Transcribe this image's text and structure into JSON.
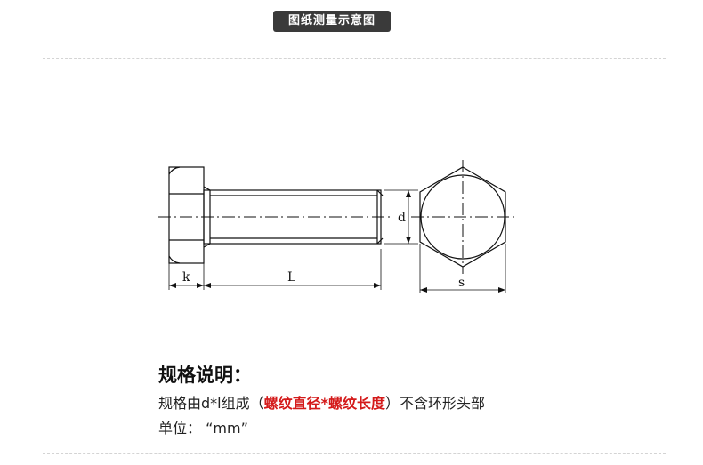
{
  "header": {
    "title": "图纸测量示意图"
  },
  "drawing": {
    "labels": {
      "k": "k",
      "L": "L",
      "d": "d",
      "s": "s"
    }
  },
  "spec": {
    "heading": "规格说明：",
    "line_prefix": "规格由d*l组成（",
    "line_highlight": "螺纹直径*螺纹长度",
    "line_suffix": "）不含环形头部",
    "unit_label": "单位：",
    "unit_value": "“mm”"
  }
}
